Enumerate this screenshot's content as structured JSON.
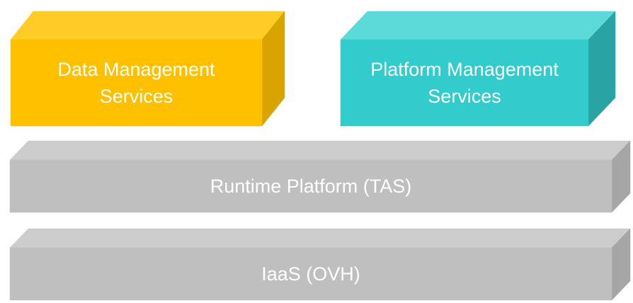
{
  "blocks": [
    {
      "id": "data-management",
      "lines": [
        "Data Management",
        "Services"
      ],
      "colors": {
        "front": "#FFC000",
        "top": "#FFCB26",
        "side": "#D9A300"
      }
    },
    {
      "id": "platform-management",
      "lines": [
        "Platform Management",
        "Services"
      ],
      "colors": {
        "front": "#33CCCC",
        "top": "#5CD9D9",
        "side": "#29A3A3"
      }
    },
    {
      "id": "runtime-platform",
      "lines": [
        "Runtime Platform (TAS)"
      ],
      "colors": {
        "front": "#BFBFBF",
        "top": "#CCCCCC",
        "side": "#A6A6A6"
      }
    },
    {
      "id": "iaas",
      "lines": [
        "IaaS (OVH)"
      ],
      "colors": {
        "front": "#BFBFBF",
        "top": "#CCCCCC",
        "side": "#A6A6A6"
      }
    }
  ]
}
